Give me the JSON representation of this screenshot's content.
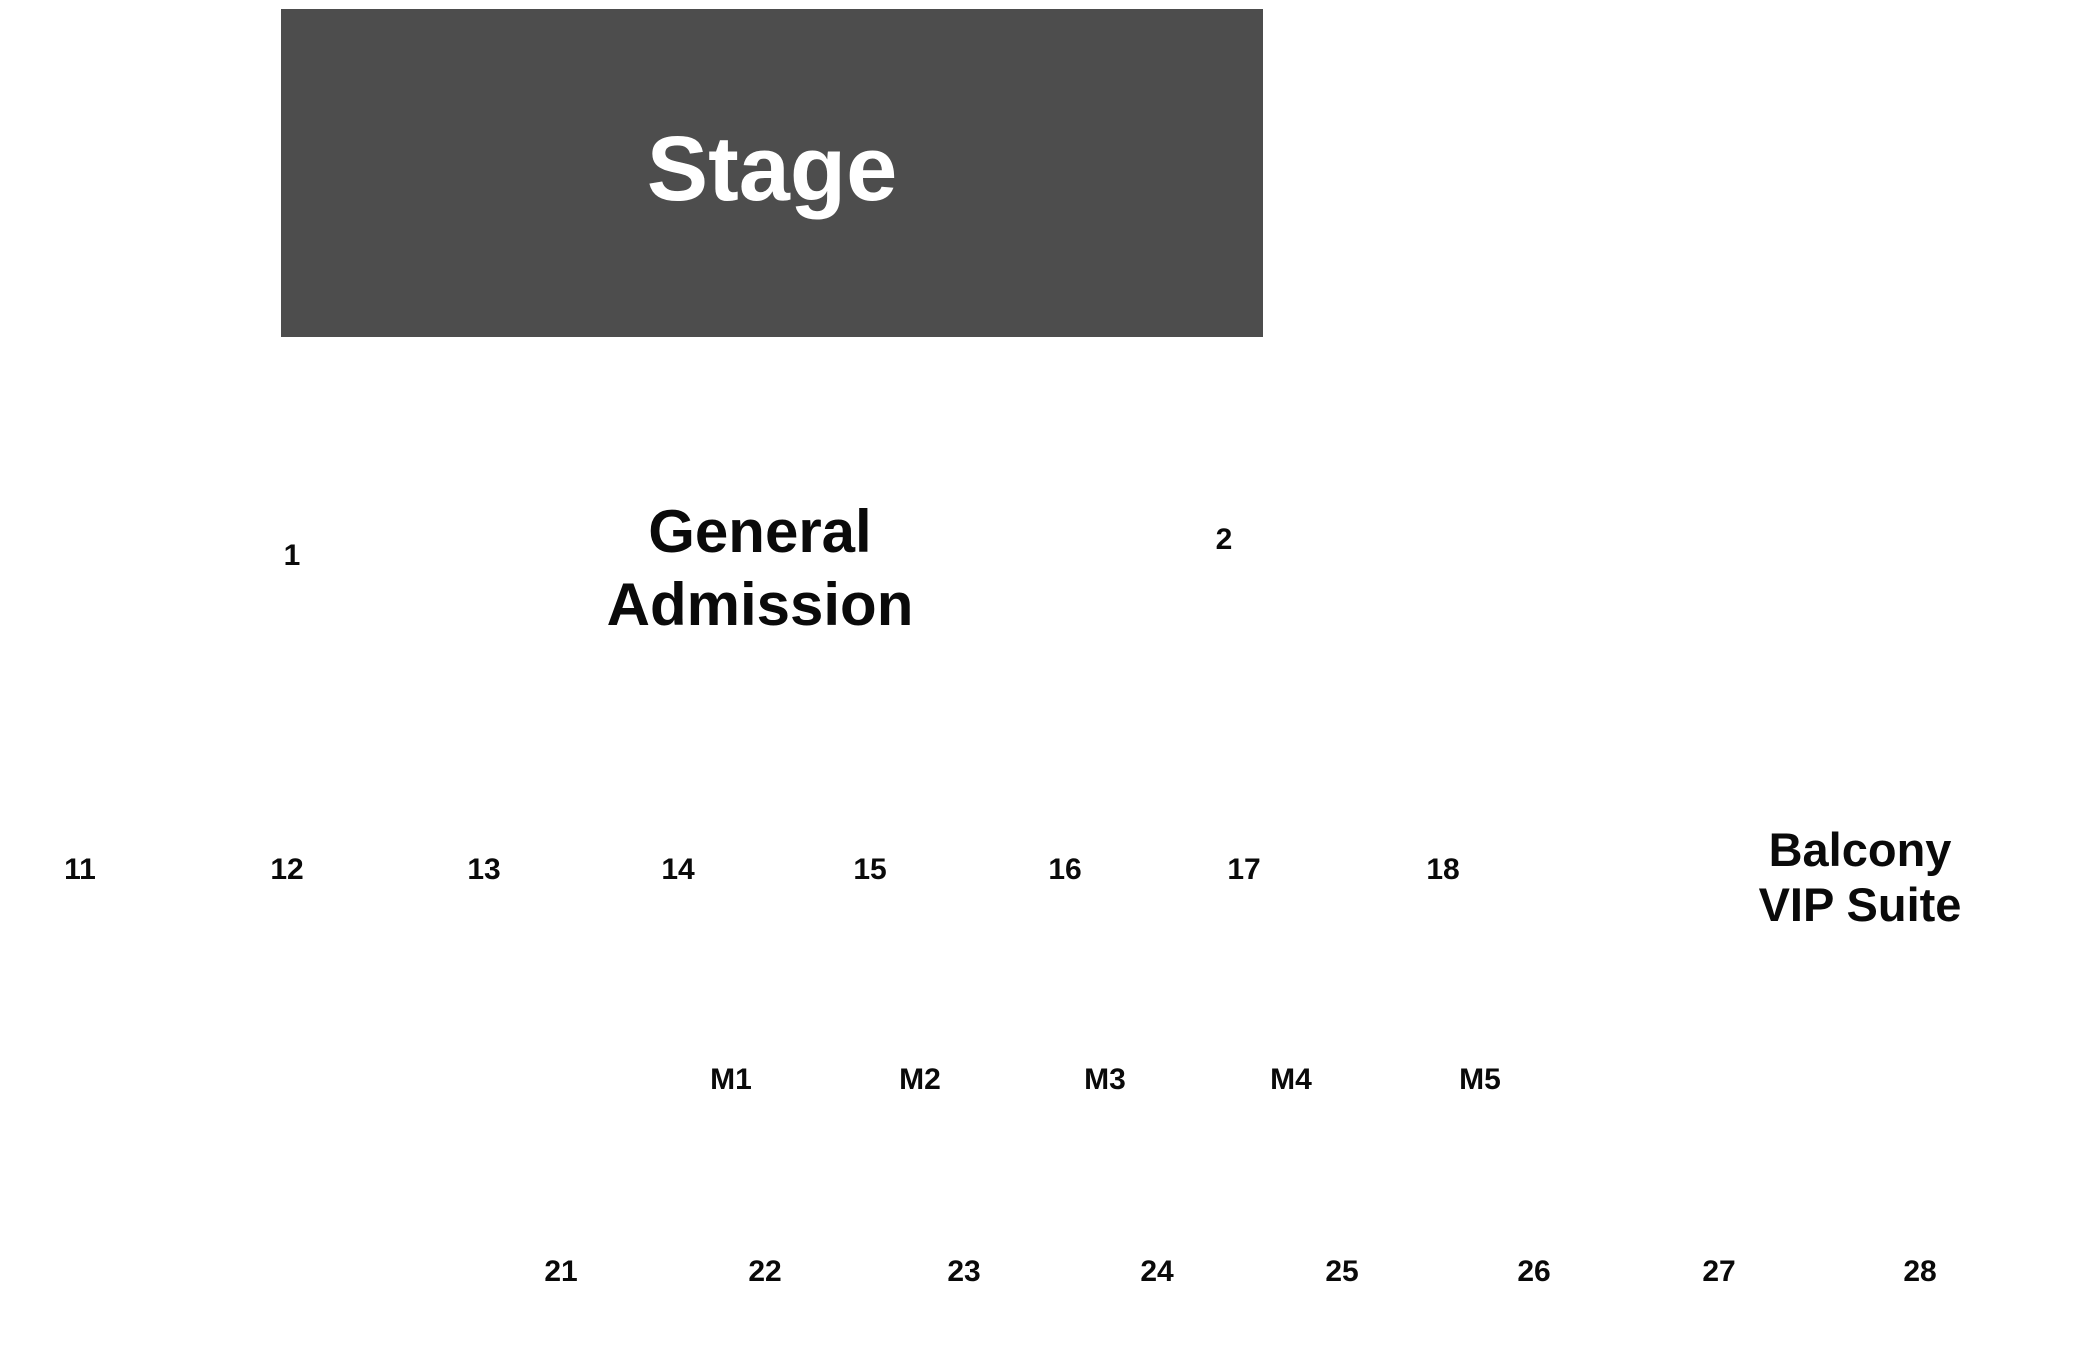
{
  "stage": {
    "label": "Stage",
    "color": "#4d4d4d",
    "text_color": "#ffffff"
  },
  "general_admission": {
    "line1": "General",
    "line2": "Admission"
  },
  "balcony_vip": {
    "line1": "Balcony",
    "line2": "VIP Suite"
  },
  "sections": {
    "s1": "1",
    "s2": "2",
    "s11": "11",
    "s12": "12",
    "s13": "13",
    "s14": "14",
    "s15": "15",
    "s16": "16",
    "s17": "17",
    "s18": "18",
    "m1": "M1",
    "m2": "M2",
    "m3": "M3",
    "m4": "M4",
    "m5": "M5",
    "s21": "21",
    "s22": "22",
    "s23": "23",
    "s24": "24",
    "s25": "25",
    "s26": "26",
    "s27": "27",
    "s28": "28"
  }
}
